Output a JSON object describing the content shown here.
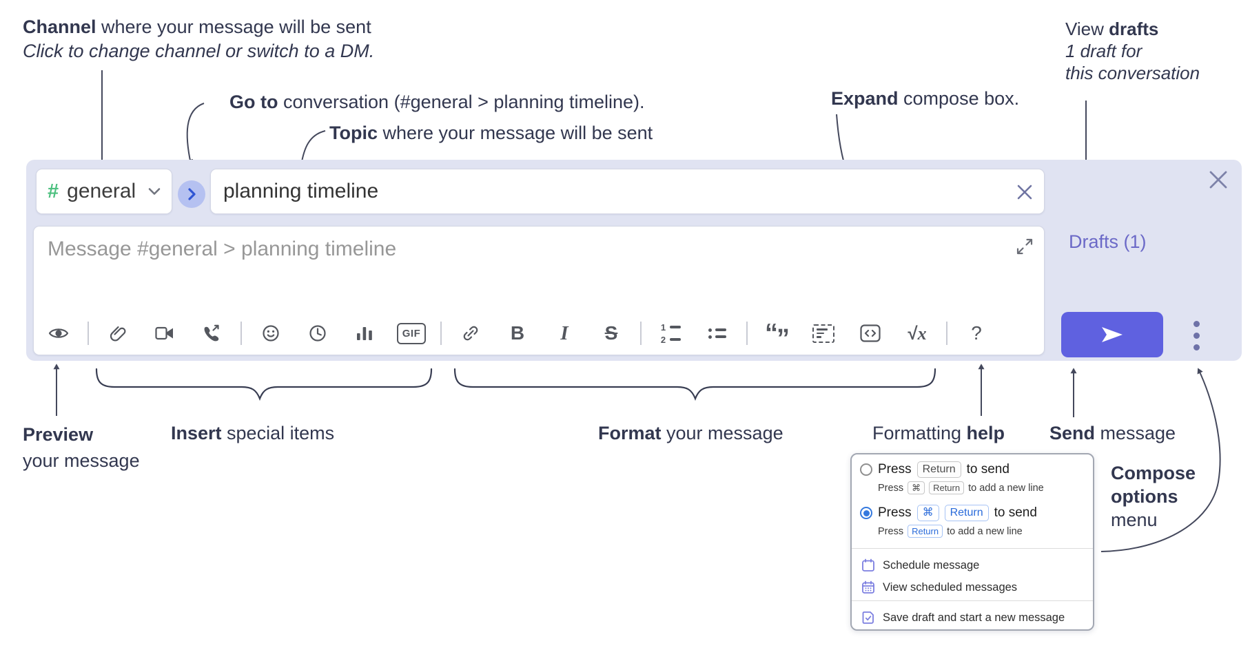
{
  "annotations": {
    "channel_bold": "Channel",
    "channel_rest": " where your message will be sent",
    "channel_sub": "Click to change channel or switch to a DM.",
    "goto_bold": "Go to",
    "goto_rest": " conversation (#general > planning timeline).",
    "topic_bold": "Topic",
    "topic_rest": " where your message will be sent",
    "expand_bold": "Expand",
    "expand_rest": " compose box.",
    "viewdrafts_rest": "View ",
    "viewdrafts_bold": "drafts",
    "viewdrafts_line2": "1 draft for",
    "viewdrafts_line3": "this conversation",
    "preview_bold": "Preview",
    "preview_line2": "your message",
    "insert_bold": "Insert",
    "insert_rest": " special items",
    "format_bold": "Format",
    "format_rest": " your message",
    "help_rest": "Formatting ",
    "help_bold": "help",
    "send_bold": "Send",
    "send_rest": " message",
    "opts_line1": "Compose",
    "opts_line2": "options",
    "opts_line3": "menu"
  },
  "compose": {
    "channel_hash": "#",
    "channel_name": "general",
    "topic_value": "planning timeline",
    "message_placeholder": "Message #general > planning timeline",
    "drafts_label": "Drafts (1)"
  },
  "toolbar": {
    "icons": [
      "preview-eye",
      "attach-paperclip",
      "video-call",
      "audio-call",
      "emoji",
      "time",
      "poll",
      "gif",
      "link",
      "bold",
      "italic",
      "strikethrough",
      "numbered-list",
      "bulleted-list",
      "quote",
      "spoiler",
      "code",
      "math",
      "help"
    ],
    "gif_label": "GIF",
    "bold_label": "B",
    "italic_label": "I",
    "strike_label": "S",
    "ol_num1": "1",
    "ol_num2": "2",
    "math_root": "√",
    "math_x": "x",
    "help_label": "?"
  },
  "menu": {
    "opt1": {
      "prefix": "Press",
      "key1": "Return",
      "suffix": "to send",
      "sub_prefix": "Press",
      "sub_key1": "⌘",
      "sub_key2": "Return",
      "sub_suffix": "to add a new line",
      "selected": false
    },
    "opt2": {
      "prefix": "Press",
      "key1": "⌘",
      "key2": "Return",
      "suffix": "to send",
      "sub_prefix": "Press",
      "sub_key1": "Return",
      "sub_suffix": "to add a new line",
      "selected": true
    },
    "items": [
      {
        "icon": "calendar-icon",
        "label": "Schedule message"
      },
      {
        "icon": "calendar-grid-icon",
        "label": "View scheduled messages"
      },
      {
        "icon": "note-check-icon",
        "label": "Save draft and start a new message"
      }
    ]
  },
  "colors": {
    "compose_background": "#e0e3f2",
    "send_button": "#5f61e0",
    "drafts_link": "#6b69c7",
    "channel_hash_green": "#4cc07f",
    "selected_radio_blue": "#3579de",
    "menu_icon_purple": "#7b7ee0"
  }
}
